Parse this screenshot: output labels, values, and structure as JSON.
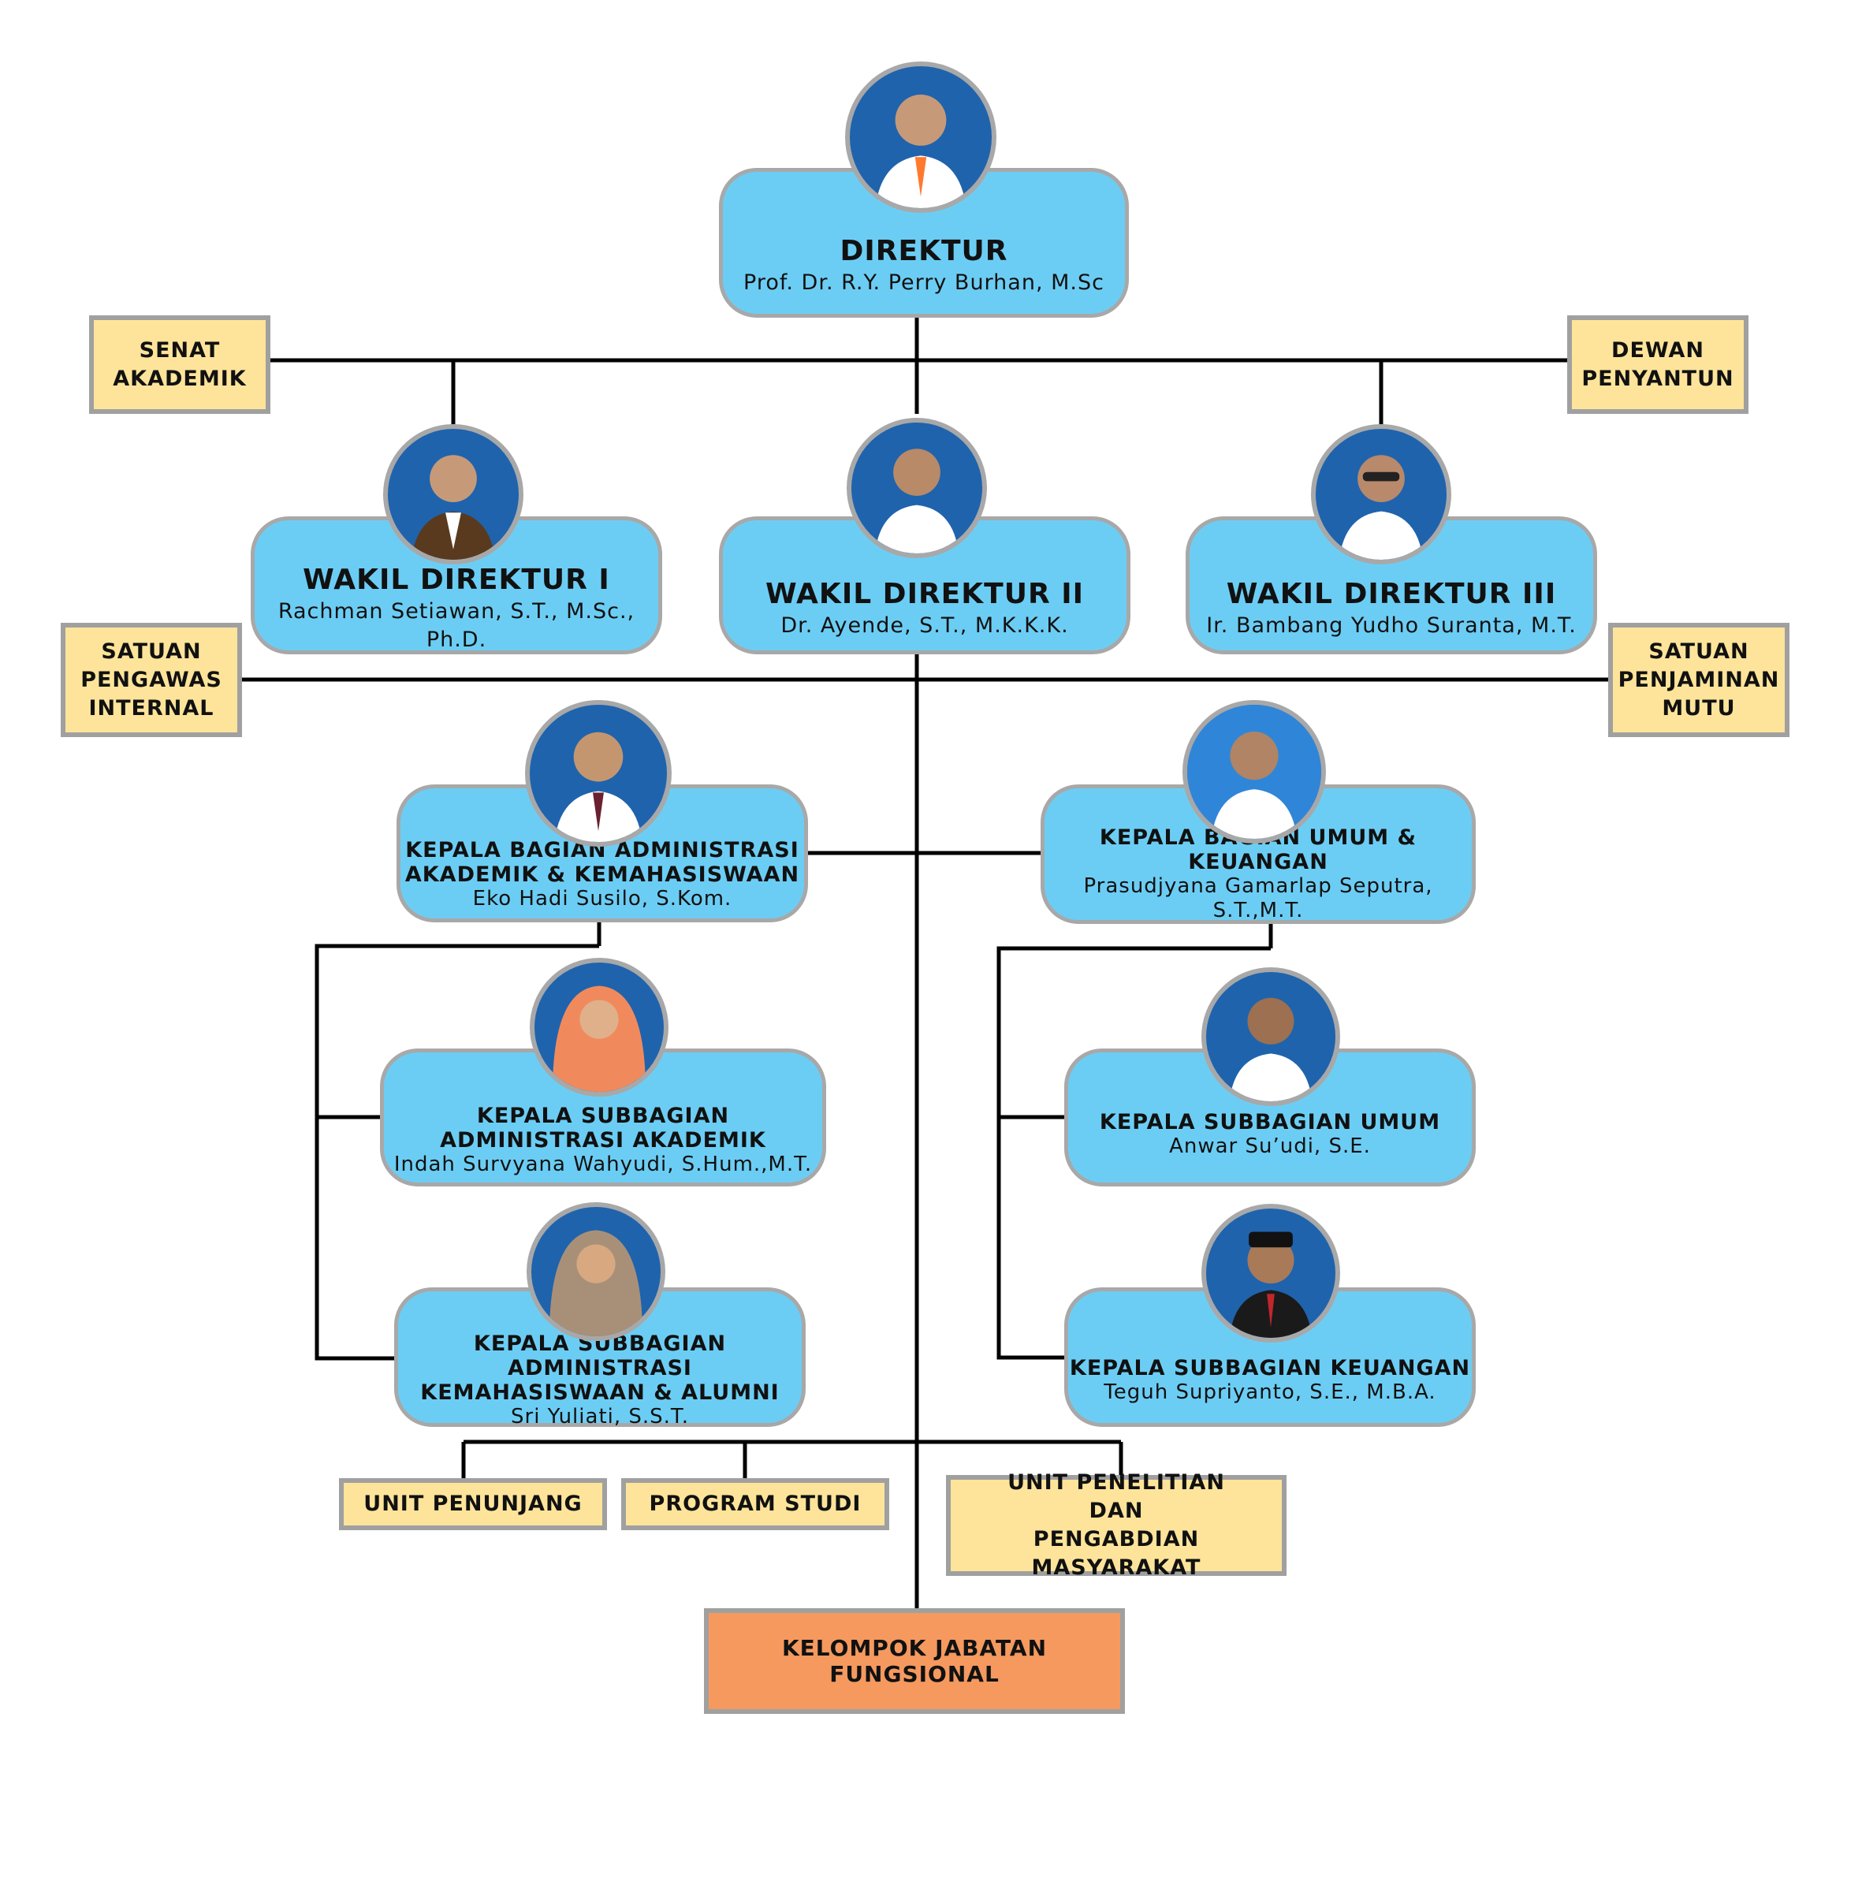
{
  "direktur": {
    "title": "DIREKTUR",
    "name": "Prof. Dr. R.Y. Perry Burhan, M.Sc"
  },
  "senat": "SENAT\nAKADEMIK",
  "dewan": "DEWAN\nPENYANTUN",
  "wakil1": {
    "title": "WAKIL DIREKTUR I",
    "name": "Rachman Setiawan, S.T., M.Sc., Ph.D."
  },
  "wakil2": {
    "title": "WAKIL DIREKTUR II",
    "name": "Dr. Ayende, S.T., M.K.K.K."
  },
  "wakil3": {
    "title": "WAKIL DIREKTUR III",
    "name": "Ir. Bambang Yudho Suranta, M.T."
  },
  "spi": "SATUAN\nPENGAWAS\nINTERNAL",
  "spm": "SATUAN\nPENJAMINAN\nMUTU",
  "kabag_akademik": {
    "title": "KEPALA BAGIAN ADMINISTRASI\nAKADEMIK & KEMAHASISWAAN",
    "name": "Eko Hadi Susilo, S.Kom."
  },
  "kabag_umum": {
    "title": "KEPALA BAGIAN UMUM & KEUANGAN",
    "name": "Prasudjyana Gamarlap Seputra,\nS.T.,M.T."
  },
  "kasubag_akademik": {
    "title": "KEPALA SUBBAGIAN\nADMINISTRASI AKADEMIK",
    "name": "Indah Survyana Wahyudi, S.Hum.,M.T."
  },
  "kasubag_umum": {
    "title": "KEPALA SUBBAGIAN UMUM",
    "name": "Anwar Su’udi, S.E."
  },
  "kasubag_mhs": {
    "title": "KEPALA SUBBAGIAN ADMINISTRASI\nKEMAHASISWAAN & ALUMNI",
    "name": "Sri Yuliati, S.S.T."
  },
  "kasubag_keuangan": {
    "title": "KEPALA SUBBAGIAN KEUANGAN",
    "name": "Teguh Supriyanto, S.E., M.B.A."
  },
  "unit_penunjang": "UNIT PENUNJANG",
  "program_studi": "PROGRAM STUDI",
  "unit_penelitian": "UNIT PENELITIAN\nDAN\nPENGABDIAN MASYARAKAT",
  "kelompok": "KELOMPOK JABATAN FUNGSIONAL",
  "colors": {
    "person_box": "#6ccdf4",
    "unit_box": "#fde49a",
    "functional_box": "#f5995f",
    "avatar_bg": "#1f63ad",
    "border": "#a8a8a8"
  },
  "icons": {
    "avatar": "person-photo-icon"
  }
}
